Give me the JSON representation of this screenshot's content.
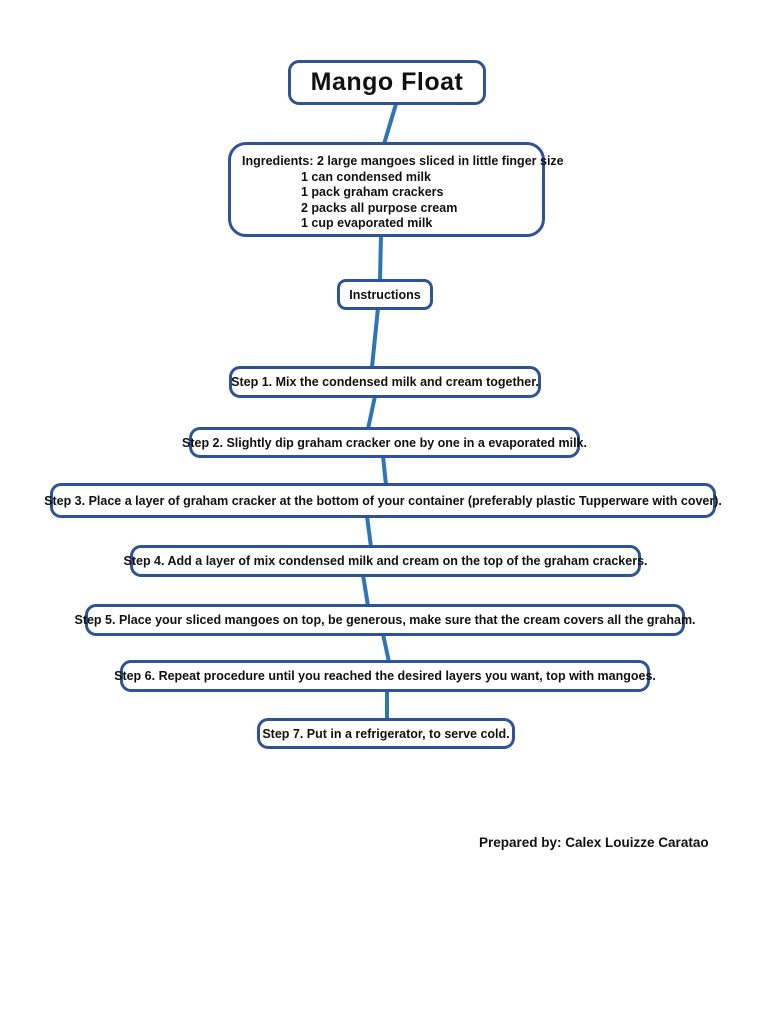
{
  "title": "Mango Float",
  "ingredients": {
    "lines": [
      "Ingredients: 2 large mangoes sliced in little finger size",
      "1 can condensed milk",
      "1 pack graham crackers",
      "2 packs all purpose cream",
      "1 cup evaporated milk"
    ]
  },
  "instructions_label": "Instructions",
  "steps": [
    "Step 1. Mix the condensed milk and cream together.",
    "Step 2. Slightly dip graham cracker one by one in a evaporated milk.",
    "Step 3. Place a layer of graham cracker at the bottom of your container (preferably plastic Tupperware with cover).",
    "Step 4. Add a layer of mix condensed milk and cream on the top of the graham crackers.",
    "Step 5. Place your sliced mangoes on top, be generous, make sure that the cream covers all the graham.",
    "Step 6. Repeat procedure until you reached the desired layers you want, top with mangoes.",
    "Step 7. Put in a refrigerator, to serve cold."
  ],
  "prepared_by": "Prepared by: Calex Louizze Caratao",
  "colors": {
    "box_border": "#2F5496",
    "connector": "#2E75B6",
    "text": "#111111",
    "background": "#ffffff"
  }
}
